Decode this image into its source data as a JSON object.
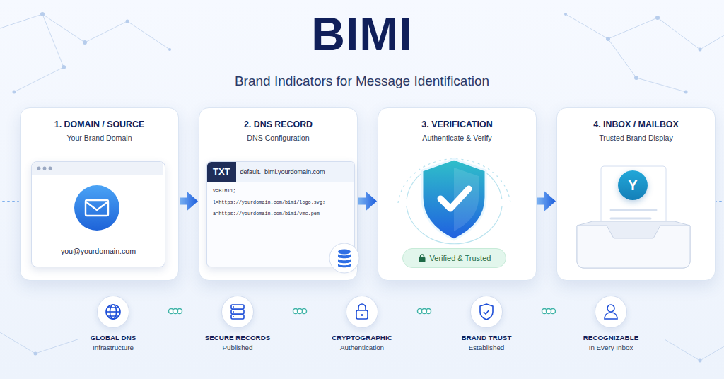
{
  "diagram": {
    "title": "BIMI",
    "nodes": [
      {
        "text": [
          "1. DOMAIN / SOURCE",
          "Your Brand Domain"
        ]
      },
      {
        "text": [
          "you@yourdomain.com"
        ],
        "in": 0
      },
      {
        "text": [
          "2. DNS RECORD",
          "DNS Configuration"
        ]
      },
      {
        "text": [
          "TXT",
          "default._bimi.yourdomain.com",
          "v=BIMI1;",
          "l=https://yourdomain.com/bimi/logo.svg;",
          "a=https://yourdomain.com/bimi/vmc.pem"
        ],
        "in": 2
      },
      {
        "text": [
          "3. VERIFICATION",
          "Authenticate & Verify"
        ]
      },
      {
        "text": [
          "Verified & Trusted"
        ],
        "in": 4
      },
      {
        "text": [
          "4. INBOX / MAILBOX",
          "Trusted Brand Display"
        ]
      },
      {
        "text": [
          "Y"
        ],
        "in": 6
      },
      {
        "text": [
          "GLOBAL DNS",
          "Infrastructure"
        ]
      },
      {
        "text": [
          "SECURE RECORDS",
          "Published"
        ]
      },
      {
        "text": [
          "CRYPTOGRAPHIC",
          "Authentication"
        ]
      },
      {
        "text": [
          "BRAND TRUST",
          "Established"
        ]
      },
      {
        "text": [
          "RECOGNIZABLE",
          "In Every Inbox"
        ]
      }
    ],
    "edges": [
      {
        "from": 0,
        "to": 2,
        "arrow": "to"
      },
      {
        "from": 2,
        "to": 4,
        "arrow": "to"
      },
      {
        "from": 4,
        "to": 6,
        "arrow": "to"
      },
      {
        "from": 8,
        "to": 9,
        "arrow": "none"
      },
      {
        "from": 9,
        "to": 10,
        "arrow": "none"
      },
      {
        "from": 10,
        "to": 11,
        "arrow": "none"
      },
      {
        "from": 11,
        "to": 12,
        "arrow": "none"
      }
    ],
    "labels": [
      "Brand Indicators for Message Identification"
    ]
  }
}
